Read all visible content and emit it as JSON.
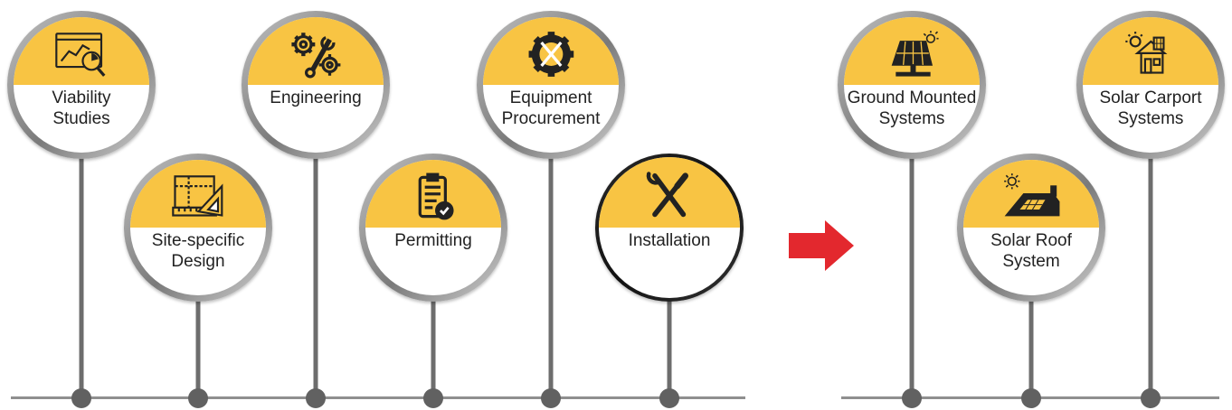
{
  "colors": {
    "accent": "#f8c443",
    "line": "#8f8f8f",
    "stem": "#6d6d6d",
    "arrow": "#e3282e"
  },
  "groups": [
    {
      "name": "process-steps",
      "nodes": [
        {
          "id": "viability",
          "label": "Viability\nStudies",
          "icon": "chart-magnifier-icon"
        },
        {
          "id": "site-design",
          "label": "Site-specific\nDesign",
          "icon": "blueprint-ruler-icon"
        },
        {
          "id": "engineering",
          "label": "Engineering",
          "icon": "gears-wrench-icon"
        },
        {
          "id": "permitting",
          "label": "Permitting",
          "icon": "clipboard-check-icon"
        },
        {
          "id": "procurement",
          "label": "Equipment\nProcurement",
          "icon": "gear-tools-icon"
        },
        {
          "id": "installation",
          "label": "Installation",
          "icon": "wrench-screwdriver-icon"
        }
      ]
    },
    {
      "name": "system-types",
      "nodes": [
        {
          "id": "ground",
          "label": "Ground Mounted\nSystems",
          "icon": "ground-panel-icon"
        },
        {
          "id": "roof",
          "label": "Solar Roof\nSystem",
          "icon": "roof-panel-icon"
        },
        {
          "id": "carport",
          "label": "Solar Carport\nSystems",
          "icon": "house-panel-icon"
        }
      ]
    }
  ]
}
